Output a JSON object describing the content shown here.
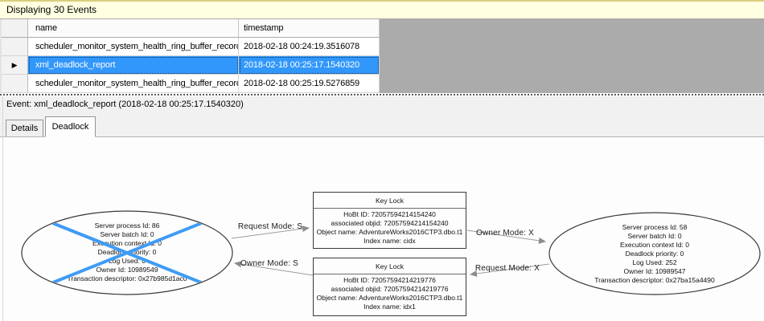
{
  "info_bar": {
    "text": "Displaying 30 Events"
  },
  "events_grid": {
    "columns": {
      "name": "name",
      "timestamp": "timestamp"
    },
    "row_indicator": "▶",
    "selected_row_index": 1,
    "rows": [
      {
        "name": "scheduler_monitor_system_health_ring_buffer_recorded",
        "timestamp": "2018-02-18 00:24:19.3516078"
      },
      {
        "name": "xml_deadlock_report",
        "timestamp": "2018-02-18 00:25:17.1540320"
      },
      {
        "name": "scheduler_monitor_system_health_ring_buffer_recorded",
        "timestamp": "2018-02-18 00:25:19.5276859"
      }
    ]
  },
  "event_header": {
    "text": "Event: xml_deadlock_report (2018-02-18 00:25:17.1540320)"
  },
  "tabs": {
    "details": "Details",
    "deadlock": "Deadlock",
    "active": "Deadlock"
  },
  "deadlock_graph": {
    "processes": [
      {
        "id": "spid-86",
        "victim": true,
        "lines": [
          "Server process Id: 86",
          "Server batch Id: 0",
          "Execution context Id: 0",
          "Deadlock priority: 0",
          "Log Used: 0",
          "Owner Id: 10989549",
          "Transaction descriptor: 0x27b985d1ac0"
        ]
      },
      {
        "id": "spid-58",
        "victim": false,
        "lines": [
          "Server process Id: 58",
          "Server batch Id: 0",
          "Execution context Id: 0",
          "Deadlock priority: 0",
          "Log Used: 252",
          "Owner Id: 10989547",
          "Transaction descriptor: 0x27ba15a4490"
        ]
      }
    ],
    "resources": [
      {
        "title": "Key Lock",
        "lines": [
          "HoBt ID: 72057594214154240",
          "associated objid: 72057594214154240",
          "Object name: AdventureWorks2016CTP3.dbo.t1",
          "Index name: cidx"
        ]
      },
      {
        "title": "Key Lock",
        "lines": [
          "HoBt ID: 72057594214219776",
          "associated objid: 72057594214219776",
          "Object name: AdventureWorks2016CTP3.dbo.t1",
          "Index name: idx1"
        ]
      }
    ],
    "edges": [
      {
        "label": "Request Mode: S",
        "from": "spid-86",
        "to": "key-lock-cidx"
      },
      {
        "label": "Owner Mode: S",
        "from": "key-lock-idx1",
        "to": "spid-86"
      },
      {
        "label": "Owner Mode: X",
        "from": "key-lock-cidx",
        "to": "spid-58"
      },
      {
        "label": "Request Mode: X",
        "from": "spid-58",
        "to": "key-lock-idx1"
      }
    ]
  },
  "colors": {
    "selection_blue": "#3297FB",
    "victim_cross_blue": "#3F9BF5",
    "info_bar_yellow": "#FFFFE1",
    "grid_filler_gray": "#ABABAB",
    "edge_gray": "#9C9C9C"
  }
}
